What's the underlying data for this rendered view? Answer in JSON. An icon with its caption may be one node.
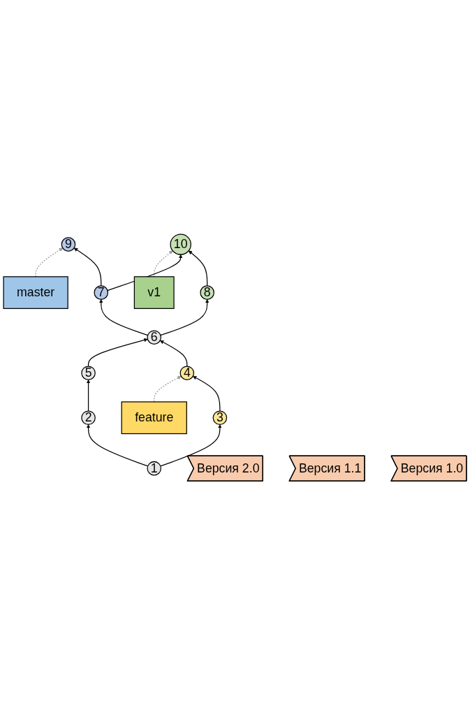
{
  "diagram": {
    "nodes": [
      {
        "text": [
          "master"
        ]
      },
      {
        "text": [
          "v1"
        ]
      },
      {
        "text": [
          "Версия 2.0"
        ]
      },
      {
        "text": [
          "9"
        ]
      },
      {
        "text": [
          "10"
        ]
      },
      {
        "text": [
          "7"
        ]
      },
      {
        "text": [
          "8"
        ]
      },
      {
        "text": [
          "Версия 1.1"
        ]
      },
      {
        "text": [
          "Версия 1.0"
        ]
      },
      {
        "text": [
          "6"
        ]
      },
      {
        "text": [
          "feature"
        ]
      },
      {
        "text": [
          "5"
        ]
      },
      {
        "text": [
          "4"
        ]
      },
      {
        "text": [
          "2"
        ]
      },
      {
        "text": [
          "3"
        ]
      },
      {
        "text": [
          "1"
        ]
      }
    ],
    "edges": [
      {
        "from": 0,
        "to": 3,
        "arrow": "to",
        "style": "dashed",
        "color": "#999999"
      },
      {
        "from": 1,
        "to": 4,
        "arrow": "to",
        "style": "dashed",
        "color": "#999999"
      },
      {
        "from": 5,
        "to": 3,
        "arrow": "to"
      },
      {
        "from": 5,
        "to": 4,
        "arrow": "to"
      },
      {
        "from": 6,
        "to": 4,
        "arrow": "to"
      },
      {
        "from": 9,
        "to": 5,
        "arrow": "to"
      },
      {
        "from": 9,
        "to": 6,
        "arrow": "to"
      },
      {
        "from": 10,
        "to": 12,
        "arrow": "to",
        "style": "dashed",
        "color": "#999999"
      },
      {
        "from": 11,
        "to": 9,
        "arrow": "to"
      },
      {
        "from": 12,
        "to": 9,
        "arrow": "to"
      },
      {
        "from": 13,
        "to": 11,
        "arrow": "to"
      },
      {
        "from": 14,
        "to": 12,
        "arrow": "to"
      },
      {
        "from": 15,
        "to": 13,
        "arrow": "to"
      },
      {
        "from": 15,
        "to": 14,
        "arrow": "to"
      }
    ]
  }
}
